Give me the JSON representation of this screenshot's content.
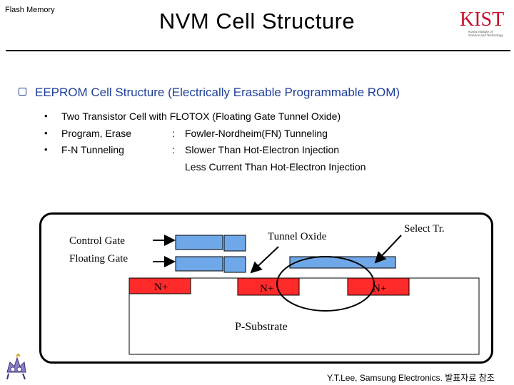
{
  "header": {
    "tag": "Flash Memory",
    "title": "NVM Cell Structure"
  },
  "logo": {
    "mark": "KIST",
    "line1": "Korea Institute of",
    "line2": "Science and Technology"
  },
  "heading": "EEPROM Cell Structure (Electrically Erasable Programmable ROM)",
  "bullets": [
    {
      "text": "Two Transistor Cell with FLOTOX (Floating Gate Tunnel Oxide)"
    },
    {
      "label": "Program, Erase",
      "sep": ":",
      "detail": "Fowler-Nordheim(FN) Tunneling"
    },
    {
      "label": "F-N Tunneling",
      "sep": ":",
      "detail": "Slower Than Hot-Electron Injection",
      "detail2": "Less Current Than Hot-Electron Injection"
    }
  ],
  "diagram": {
    "control_gate": "Control Gate",
    "floating_gate": "Floating Gate",
    "tunnel_oxide": "Tunnel Oxide",
    "select_tr": "Select Tr.",
    "n_left": "N+",
    "n_mid": "N+",
    "n_right": "N+",
    "substrate": "P-Substrate",
    "colors": {
      "gate": "#6fa8e8",
      "implant": "#ff2b2b",
      "frame": "#000000"
    }
  },
  "footer": "Y.T.Lee, Samsung Electronics. 발표자료 참조"
}
